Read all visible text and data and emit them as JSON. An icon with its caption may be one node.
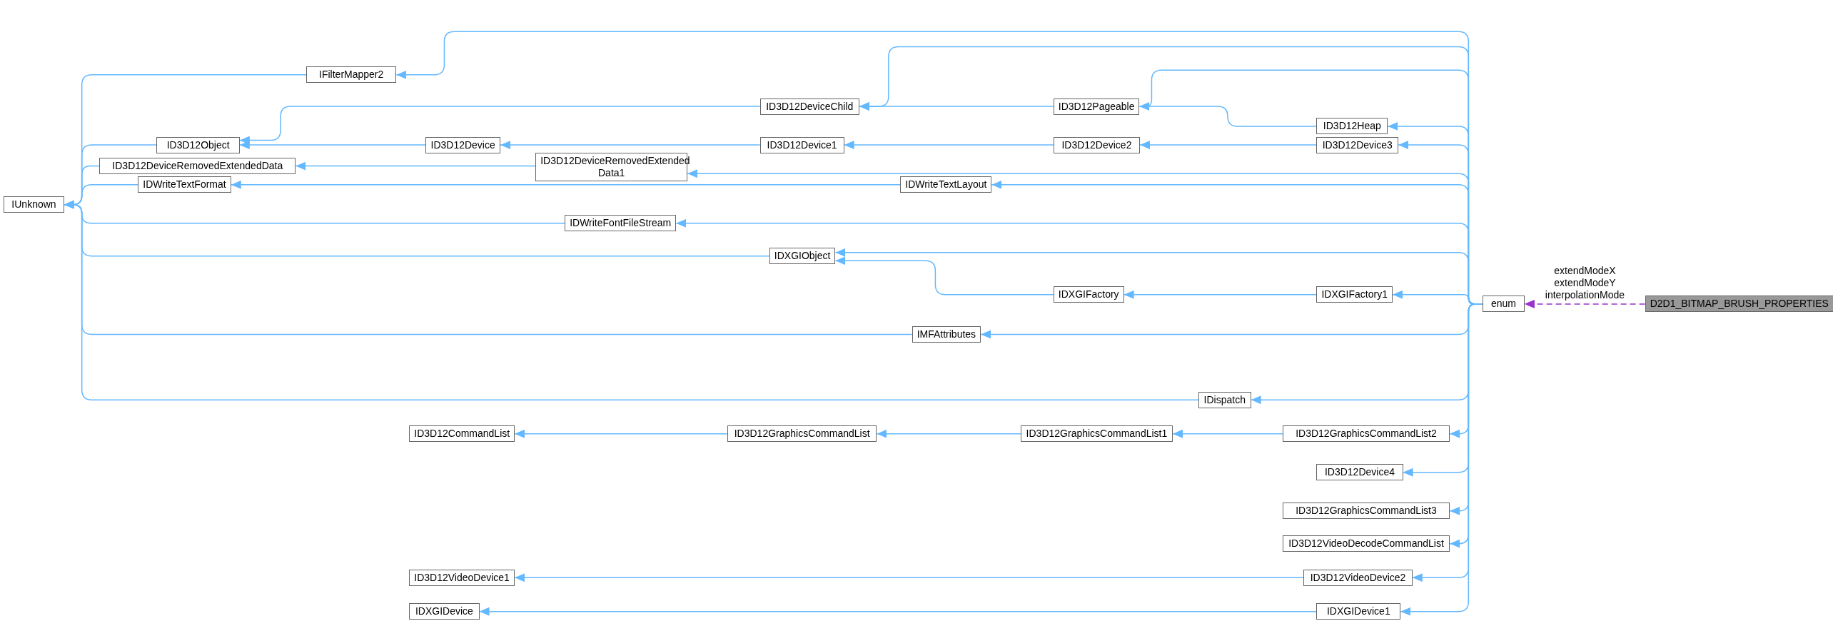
{
  "diagram": {
    "nodes": [
      {
        "text": [
          "IUnknown"
        ]
      },
      {
        "text": [
          "IFilterMapper2"
        ]
      },
      {
        "text": [
          "ID3D12Object"
        ]
      },
      {
        "text": [
          "ID3D12DeviceChild"
        ]
      },
      {
        "text": [
          "ID3D12Pageable"
        ]
      },
      {
        "text": [
          "ID3D12Heap"
        ]
      },
      {
        "text": [
          "ID3D12Device"
        ]
      },
      {
        "text": [
          "ID3D12Device1"
        ]
      },
      {
        "text": [
          "ID3D12Device2"
        ]
      },
      {
        "text": [
          "ID3D12Device3"
        ]
      },
      {
        "text": [
          "ID3D12DeviceRemovedExtendedData"
        ]
      },
      {
        "text": [
          "ID3D12DeviceRemovedExtended Data1"
        ]
      },
      {
        "text": [
          "IDWriteTextFormat"
        ]
      },
      {
        "text": [
          "IDWriteTextLayout"
        ]
      },
      {
        "text": [
          "IDWriteFontFileStream"
        ]
      },
      {
        "text": [
          "IDXGIObject"
        ]
      },
      {
        "text": [
          "IDXGIFactory"
        ]
      },
      {
        "text": [
          "IDXGIFactory1"
        ]
      },
      {
        "text": [
          "IMFAttributes"
        ]
      },
      {
        "text": [
          "IDispatch"
        ]
      },
      {
        "text": [
          "ID3D12CommandList"
        ]
      },
      {
        "text": [
          "ID3D12GraphicsCommandList"
        ]
      },
      {
        "text": [
          "ID3D12GraphicsCommandList1"
        ]
      },
      {
        "text": [
          "ID3D12GraphicsCommandList2"
        ]
      },
      {
        "text": [
          "ID3D12Device4"
        ]
      },
      {
        "text": [
          "ID3D12GraphicsCommandList3"
        ]
      },
      {
        "text": [
          "ID3D12VideoDecodeCommandList"
        ]
      },
      {
        "text": [
          "ID3D12VideoDevice1"
        ]
      },
      {
        "text": [
          "ID3D12VideoDevice2"
        ]
      },
      {
        "text": [
          "IDXGIDevice"
        ]
      },
      {
        "text": [
          "IDXGIDevice1"
        ]
      },
      {
        "text": [
          "enum"
        ]
      },
      {
        "text": [
          "D2D1_BITMAP_BRUSH_PROPERTIES"
        ]
      }
    ],
    "edges": [
      {
        "from": 1,
        "to": 0,
        "arrow": "to"
      },
      {
        "from": 31,
        "to": 1,
        "arrow": "to"
      },
      {
        "from": 31,
        "to": 3,
        "arrow": "to"
      },
      {
        "from": 4,
        "to": 3,
        "arrow": "to"
      },
      {
        "from": 31,
        "to": 4,
        "arrow": "to"
      },
      {
        "from": 5,
        "to": 4,
        "arrow": "to"
      },
      {
        "from": 31,
        "to": 5,
        "arrow": "to"
      },
      {
        "from": 3,
        "to": 2,
        "arrow": "to"
      },
      {
        "from": 2,
        "to": 0,
        "arrow": "to"
      },
      {
        "from": 6,
        "to": 2,
        "arrow": "to"
      },
      {
        "from": 7,
        "to": 6,
        "arrow": "to"
      },
      {
        "from": 8,
        "to": 7,
        "arrow": "to"
      },
      {
        "from": 9,
        "to": 8,
        "arrow": "to"
      },
      {
        "from": 31,
        "to": 9,
        "arrow": "to"
      },
      {
        "from": 10,
        "to": 0,
        "arrow": "to"
      },
      {
        "from": 11,
        "to": 10,
        "arrow": "to"
      },
      {
        "from": 31,
        "to": 11,
        "arrow": "to"
      },
      {
        "from": 12,
        "to": 0,
        "arrow": "to"
      },
      {
        "from": 13,
        "to": 12,
        "arrow": "to"
      },
      {
        "from": 31,
        "to": 13,
        "arrow": "to"
      },
      {
        "from": 14,
        "to": 0,
        "arrow": "to"
      },
      {
        "from": 31,
        "to": 14,
        "arrow": "to"
      },
      {
        "from": 15,
        "to": 0,
        "arrow": "to"
      },
      {
        "from": 31,
        "to": 15,
        "arrow": "to"
      },
      {
        "from": 16,
        "to": 15,
        "arrow": "to"
      },
      {
        "from": 17,
        "to": 16,
        "arrow": "to"
      },
      {
        "from": 31,
        "to": 17,
        "arrow": "to"
      },
      {
        "from": 18,
        "to": 0,
        "arrow": "to"
      },
      {
        "from": 31,
        "to": 18,
        "arrow": "to"
      },
      {
        "from": 19,
        "to": 0,
        "arrow": "to"
      },
      {
        "from": 31,
        "to": 19,
        "arrow": "to"
      },
      {
        "from": 21,
        "to": 20,
        "arrow": "to"
      },
      {
        "from": 22,
        "to": 21,
        "arrow": "to"
      },
      {
        "from": 23,
        "to": 22,
        "arrow": "to"
      },
      {
        "from": 31,
        "to": 23,
        "arrow": "to"
      },
      {
        "from": 31,
        "to": 24,
        "arrow": "to"
      },
      {
        "from": 31,
        "to": 25,
        "arrow": "to"
      },
      {
        "from": 31,
        "to": 26,
        "arrow": "to"
      },
      {
        "from": 28,
        "to": 27,
        "arrow": "to"
      },
      {
        "from": 31,
        "to": 28,
        "arrow": "to"
      },
      {
        "from": 30,
        "to": 29,
        "arrow": "to"
      },
      {
        "from": 31,
        "to": 30,
        "arrow": "to"
      },
      {
        "from": 32,
        "to": 31,
        "arrow": "to",
        "label": "extendModeX extendModeY interpolationMode",
        "style": "dashed",
        "color": "#9a32cd"
      }
    ]
  }
}
